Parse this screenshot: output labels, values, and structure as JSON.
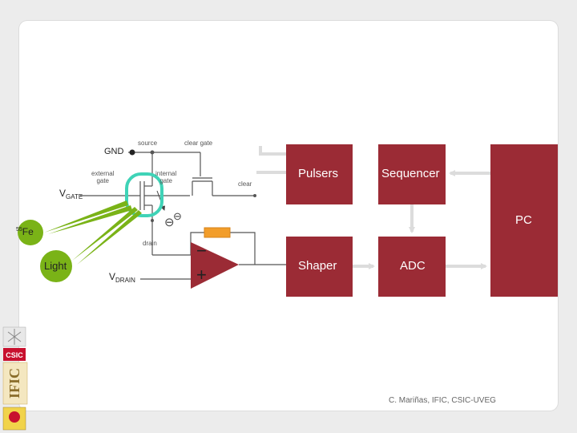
{
  "diagram": {
    "transistor": {
      "source": "source",
      "clear_gate": "clear gate",
      "external_gate_line1": "external",
      "external_gate_line2": "gate",
      "internal_gate_line1": "internal",
      "internal_gate_line2": "gate",
      "clear": "clear",
      "drain": "drain",
      "gnd": "GND",
      "vgate_main": "V",
      "vgate_sub": "GATE",
      "vdrain_main": "V",
      "vdrain_sub": "DRAIN",
      "electron_symbol": "⊖"
    },
    "sources": {
      "fe_sup": "55",
      "fe_main": "Fe",
      "light": "Light"
    },
    "amplifier": {
      "minus": "−",
      "plus": "+"
    },
    "blocks": {
      "pulsers": "Pulsers",
      "sequencer": "Sequencer",
      "pc": "PC",
      "shaper": "Shaper",
      "adc": "ADC"
    },
    "colors": {
      "block_fill": "#9b2b35",
      "arrow": "#dcdcdc",
      "highlight": "#3fd3b7",
      "source_green": "#7ab317",
      "feedback_resistor": "#f29d2a"
    }
  },
  "footer": {
    "credit": "C. Mariñas, IFIC, CSIC-UVEG",
    "logos": {
      "csic": "CSIC",
      "ific": "IFIC"
    }
  }
}
